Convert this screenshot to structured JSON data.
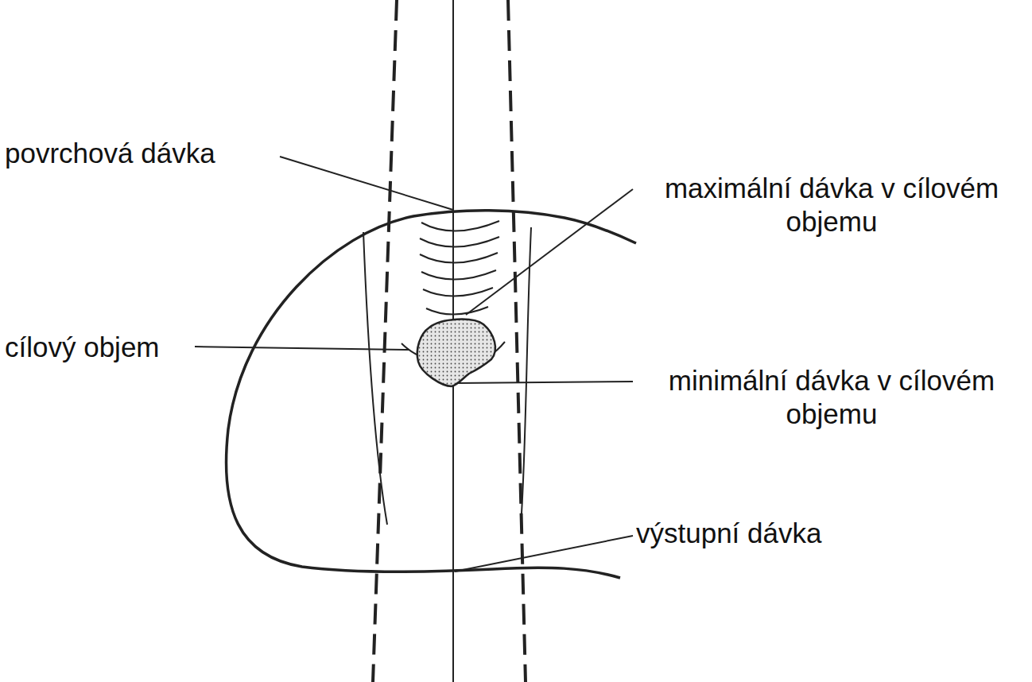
{
  "diagram": {
    "labels": [
      "povrchová dávka",
      "maximální dávka v cílovém objemu",
      "cílový objem",
      "minimální dávka v cílovém objemu",
      "výstupní dávka"
    ]
  }
}
